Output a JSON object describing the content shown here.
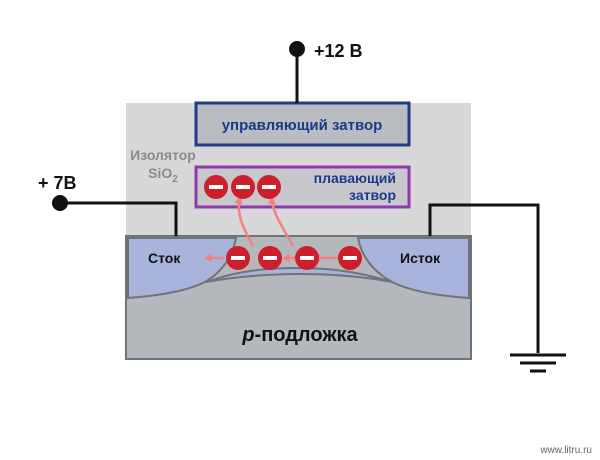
{
  "labels": {
    "gate_voltage": "+12 В",
    "drain_voltage": "+ 7В",
    "control_gate": "управляющий затвор",
    "insulator_line1": "Изолятор",
    "insulator_line2": "SiO",
    "insulator_sub": "2",
    "floating_gate_line1": "плавающий",
    "floating_gate_line2": "затвор",
    "drain": "Сток",
    "source": "Исток",
    "substrate_prefix": "p",
    "substrate_rest": "-подложка",
    "watermark": "www.litru.ru"
  },
  "electron_symbol": "−",
  "colors": {
    "insulator": "#d8d8d8",
    "control_gate_fill": "#b9bcc0",
    "control_gate_border": "#1f3c88",
    "floating_gate_fill": "#c8c8cc",
    "floating_gate_border": "#8e3aa8",
    "region_fill": "#a9b4dc",
    "substrate_fill": "#b5b9bd",
    "electron": "#cc1f2b",
    "arrow": "#f0837d",
    "label_blue": "#1a3a8a",
    "wire": "#111111",
    "insulator_text": "#8a8a8a"
  }
}
